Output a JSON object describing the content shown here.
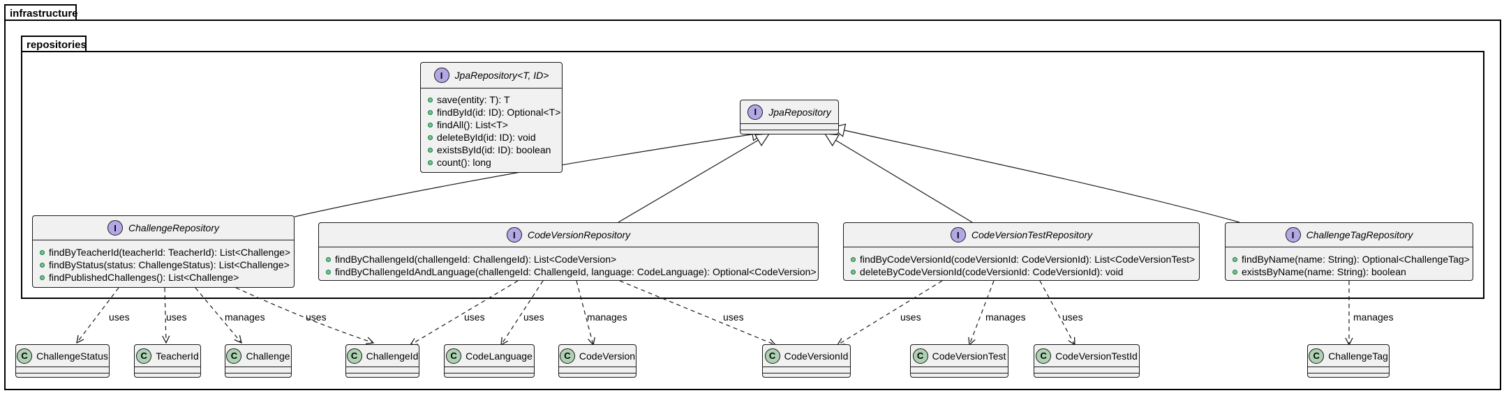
{
  "packages": {
    "outer": "infrastructure",
    "inner": "repositories"
  },
  "jpa_generic": {
    "name": "JpaRepository<T, ID>",
    "stereotype": "I",
    "methods": [
      "save(entity: T): T",
      "findById(id: ID): Optional<T>",
      "findAll(): List<T>",
      "deleteById(id: ID): void",
      "existsById(id: ID): boolean",
      "count(): long"
    ]
  },
  "jpa": {
    "name": "JpaRepository",
    "stereotype": "I"
  },
  "repos": {
    "challenge": {
      "name": "ChallengeRepository",
      "methods": [
        "findByTeacherId(teacherId: TeacherId): List<Challenge>",
        "findByStatus(status: ChallengeStatus): List<Challenge>",
        "findPublishedChallenges(): List<Challenge>"
      ]
    },
    "code_version": {
      "name": "CodeVersionRepository",
      "methods": [
        "findByChallengeId(challengeId: ChallengeId): List<CodeVersion>",
        "findByChallengeIdAndLanguage(challengeId: ChallengeId, language: CodeLanguage): Optional<CodeVersion>"
      ]
    },
    "code_version_test": {
      "name": "CodeVersionTestRepository",
      "methods": [
        "findByCodeVersionId(codeVersionId: CodeVersionId): List<CodeVersionTest>",
        "deleteByCodeVersionId(codeVersionId: CodeVersionId): void"
      ]
    },
    "challenge_tag": {
      "name": "ChallengeTagRepository",
      "methods": [
        "findByName(name: String): Optional<ChallengeTag>",
        "existsByName(name: String): boolean"
      ]
    }
  },
  "classes": {
    "challenge_status": "ChallengeStatus",
    "teacher_id": "TeacherId",
    "challenge": "Challenge",
    "challenge_id": "ChallengeId",
    "code_language": "CodeLanguage",
    "code_version": "CodeVersion",
    "code_version_id": "CodeVersionId",
    "code_version_test": "CodeVersionTest",
    "code_version_test_id": "CodeVersionTestId",
    "challenge_tag": "ChallengeTag"
  },
  "class_stereotype": "C",
  "relations": {
    "uses": "uses",
    "manages": "manages"
  }
}
